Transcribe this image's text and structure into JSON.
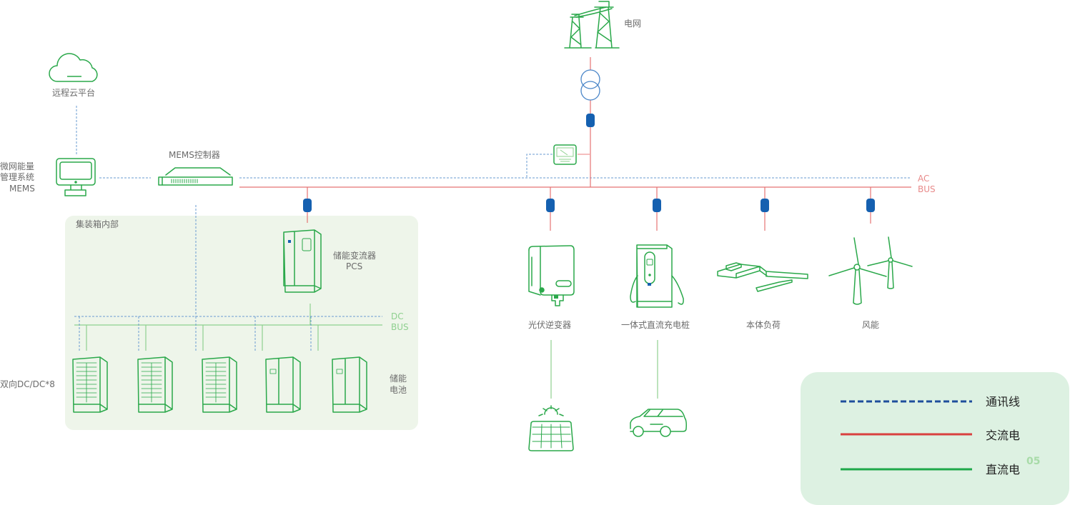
{
  "nodes": {
    "grid": "电网",
    "cloud": "远程云平台",
    "mems_system": [
      "微网能量",
      "管理系统",
      "MEMS"
    ],
    "mems_controller": "MEMS控制器",
    "container": "集装箱内部",
    "pcs": [
      "储能变流器",
      "PCS"
    ],
    "dcdc": "双向DC/DC*8",
    "battery": [
      "储能",
      "电池"
    ],
    "pv_inverter": "光伏逆变器",
    "charger": "一体式直流充电桩",
    "load": "本体负荷",
    "wind": "风能"
  },
  "buses": {
    "ac": [
      "AC",
      "BUS"
    ],
    "dc": [
      "DC",
      "BUS"
    ]
  },
  "legend": [
    {
      "label": "通讯线",
      "style": "dashed",
      "color": "#1f4e9c"
    },
    {
      "label": "交流电",
      "style": "solid",
      "color": "#d9403f"
    },
    {
      "label": "直流电",
      "style": "solid",
      "color": "#1ea84a"
    }
  ],
  "colors": {
    "comm": "#4a7fc1",
    "ac": "#e57373",
    "dc": "#8fd08f",
    "device": "#2aa84a",
    "breaker": "#1560b0",
    "container_bg": "#eef5ea",
    "legend_bg": "#ddf1e2"
  },
  "page_number": "05"
}
